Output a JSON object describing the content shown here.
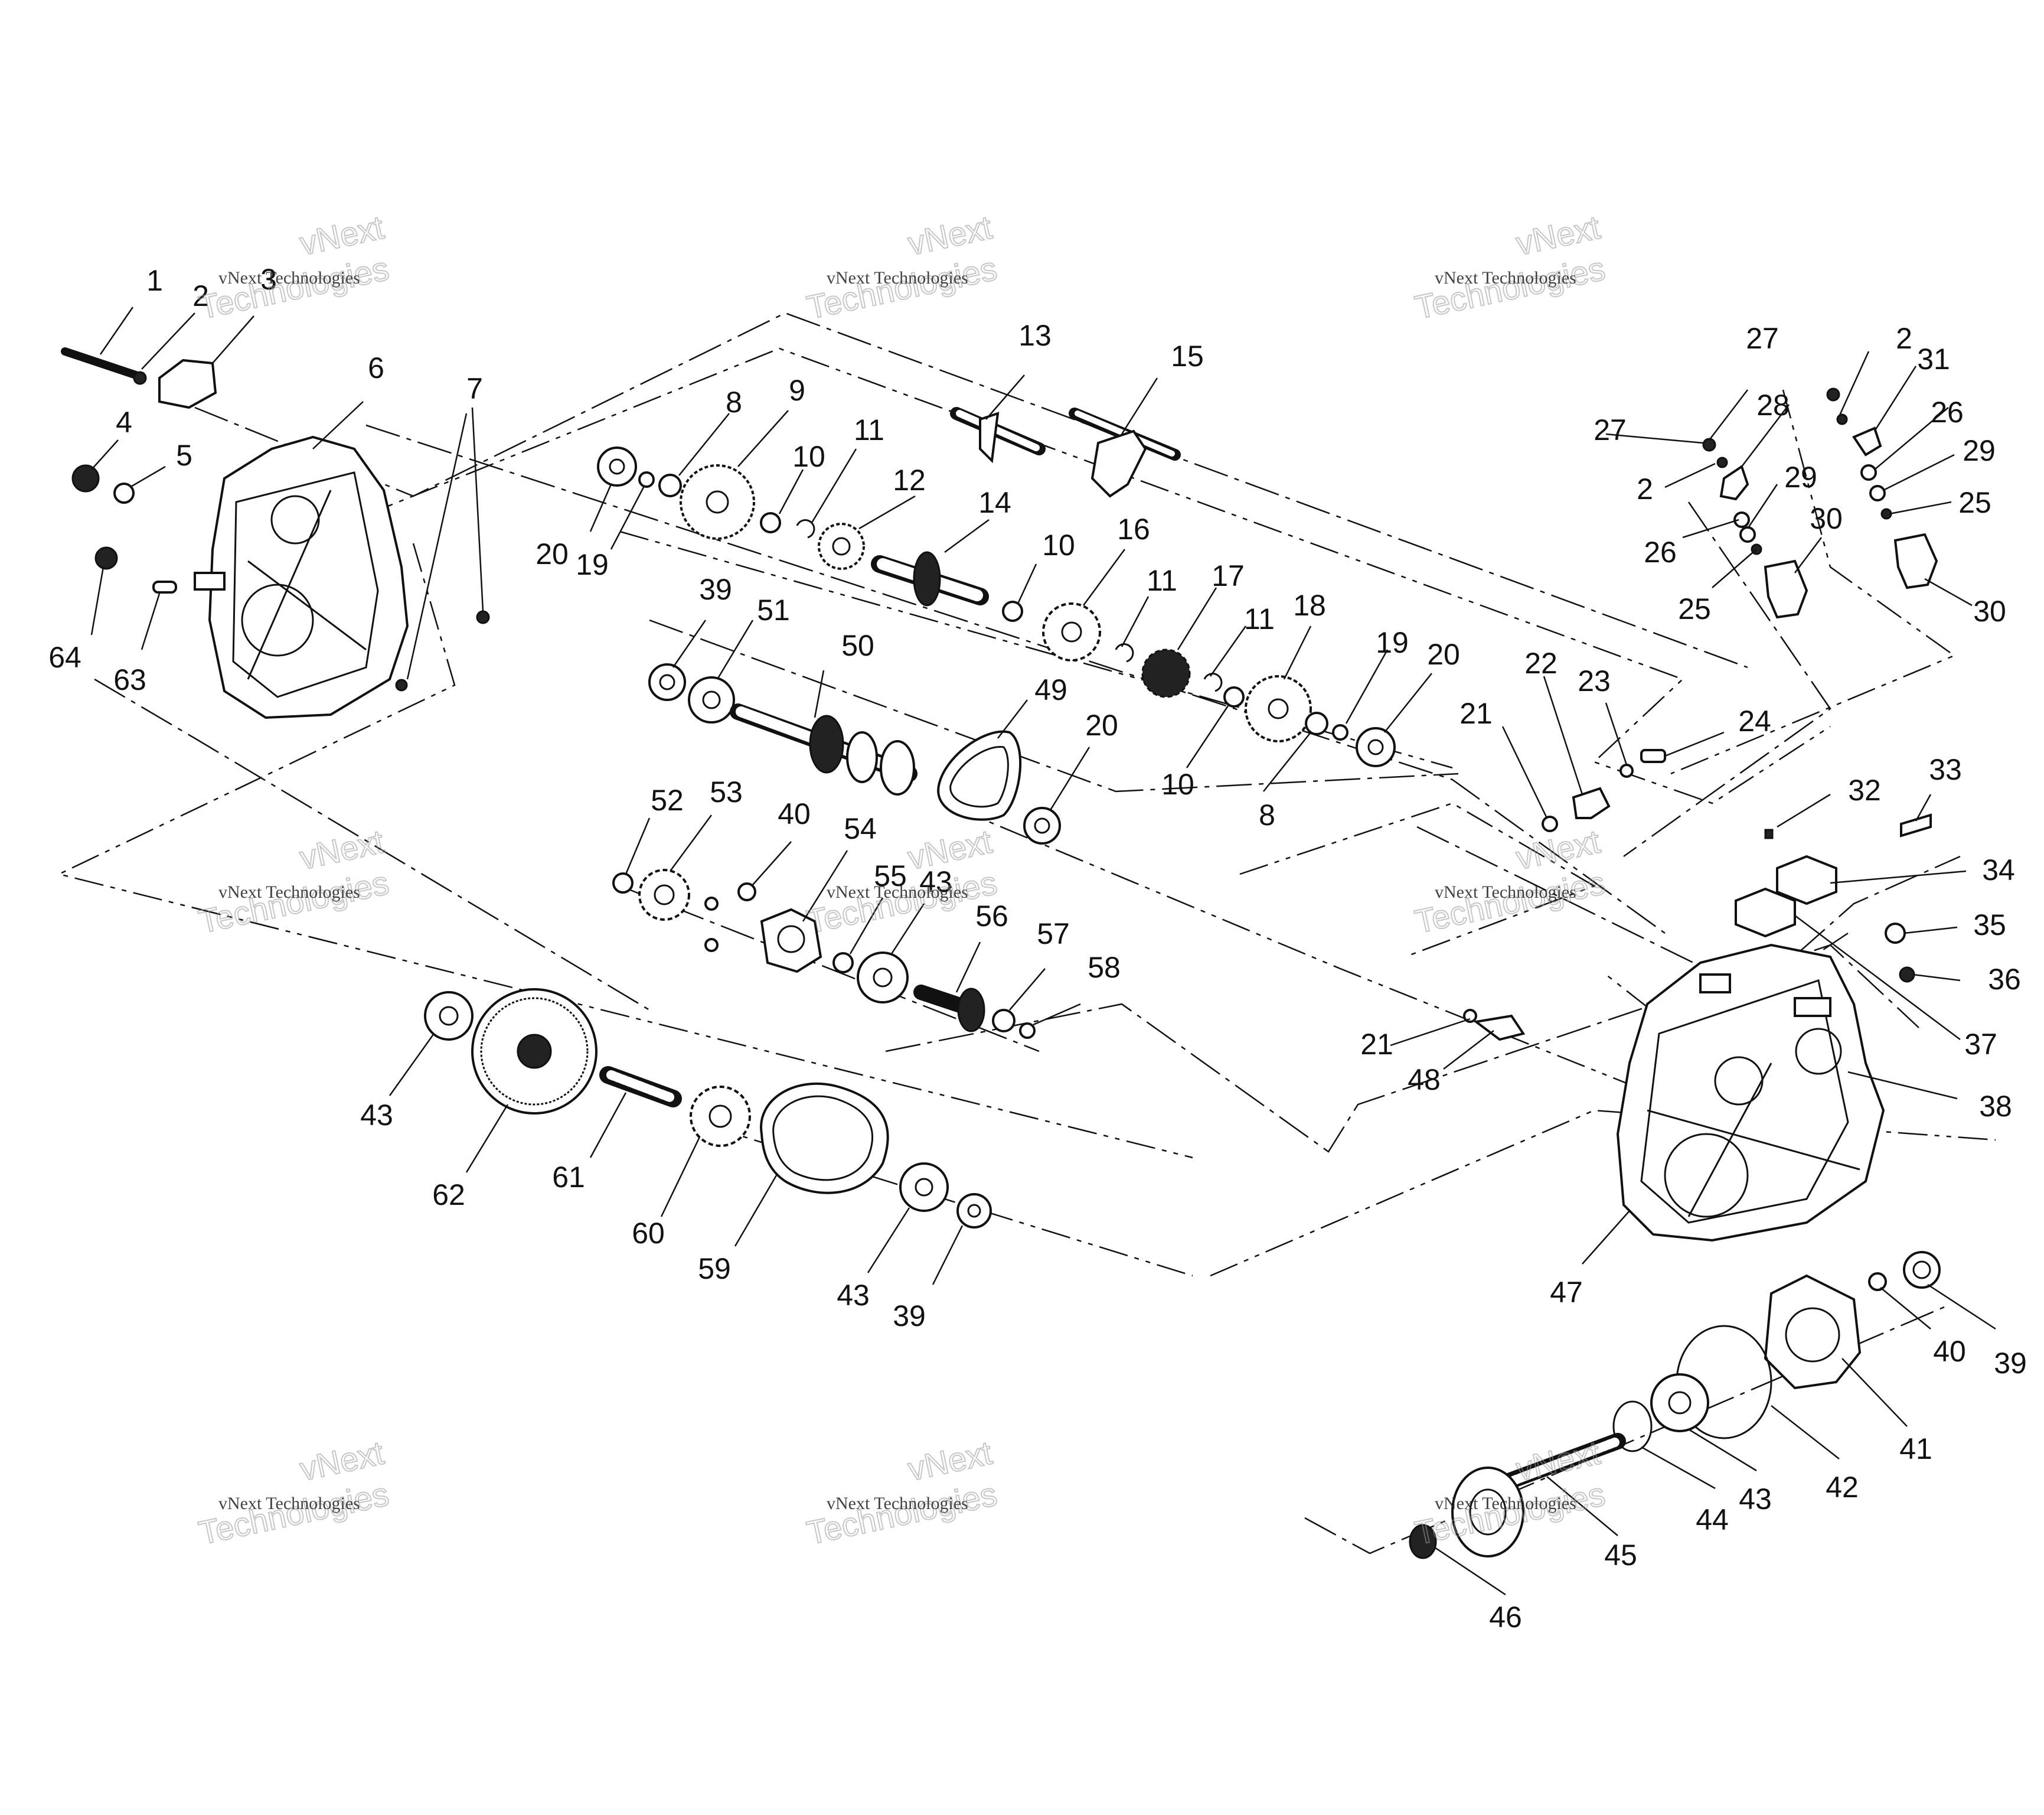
{
  "watermark": {
    "line1": "vNext",
    "line2": "Technologies",
    "small": "vNext Technologies"
  },
  "callouts": [
    "1",
    "2",
    "3",
    "4",
    "5",
    "6",
    "7",
    "8",
    "9",
    "10",
    "11",
    "12",
    "13",
    "14",
    "15",
    "16",
    "17",
    "18",
    "19",
    "20",
    "21",
    "22",
    "23",
    "24",
    "25",
    "26",
    "27",
    "28",
    "29",
    "30",
    "31",
    "32",
    "33",
    "34",
    "35",
    "36",
    "37",
    "38",
    "39",
    "40",
    "41",
    "42",
    "43",
    "44",
    "45",
    "46",
    "47",
    "48",
    "49",
    "50",
    "51",
    "52",
    "53",
    "54",
    "55",
    "56",
    "57",
    "58",
    "59",
    "60",
    "61",
    "62",
    "63",
    "64"
  ]
}
